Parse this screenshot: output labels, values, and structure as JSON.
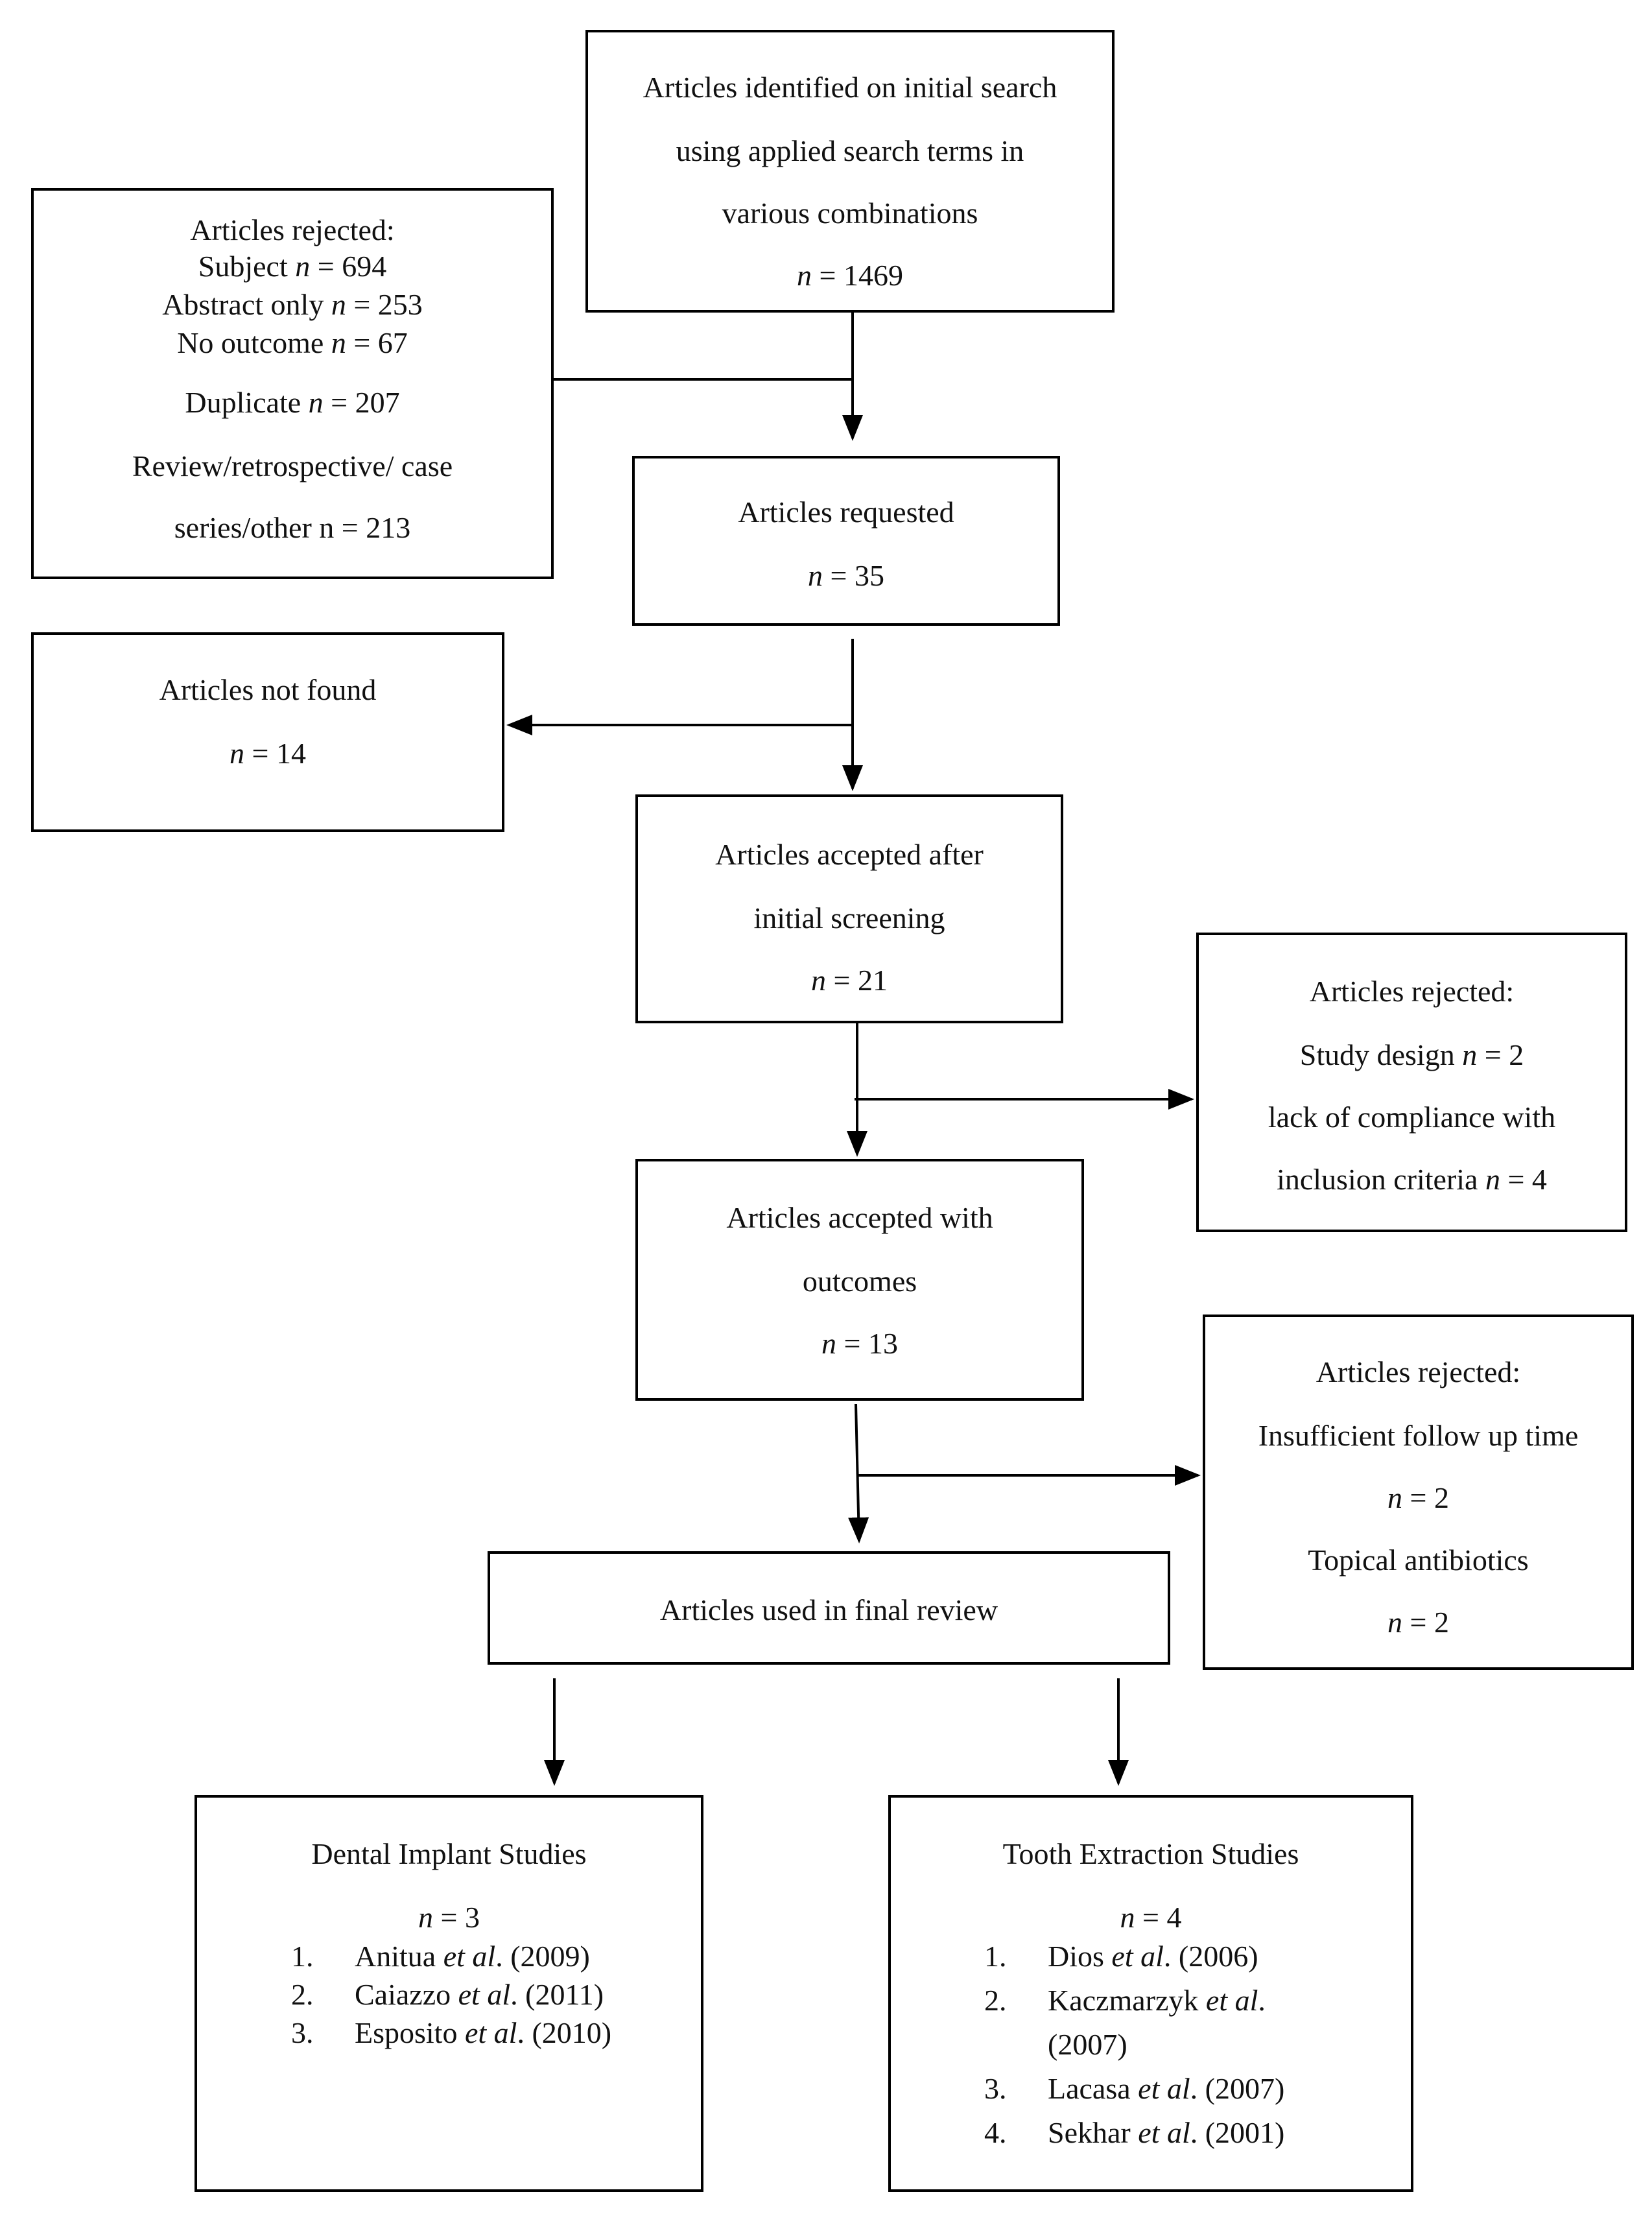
{
  "search": {
    "l1": "Articles identified on initial search",
    "l2": "using applied search terms in",
    "l3": "various combinations",
    "n_var": "n",
    "n_val": " = 1469"
  },
  "rejected1": {
    "title": "Articles rejected:",
    "subject": "Subject ",
    "subject_n": "n",
    "subject_val": " = 694",
    "abstract": "Abstract only ",
    "abstract_n": "n",
    "abstract_val": " = 253",
    "nooutcome": "No outcome ",
    "nooutcome_n": "n",
    "nooutcome_val": " = 67",
    "duplicate": "Duplicate ",
    "duplicate_n": "n",
    "duplicate_val": " = 207",
    "review1": "Review/retrospective/ case",
    "review2": "series/other n = 213"
  },
  "requested": {
    "l1": "Articles requested",
    "n_var": "n",
    "n_val": " = 35"
  },
  "notfound": {
    "l1": "Articles not found",
    "n_var": "n",
    "n_val": " = 14"
  },
  "screening": {
    "l1": "Articles accepted after",
    "l2": "initial screening",
    "n_var": "n",
    "n_val": " = 21"
  },
  "rejected2": {
    "title": "Articles rejected:",
    "design": "Study design ",
    "design_n": "n",
    "design_val": " = 2",
    "compliance1": "lack of compliance with",
    "compliance2": "inclusion criteria ",
    "compliance_n": "n",
    "compliance_val": " = 4"
  },
  "outcomes": {
    "l1": "Articles accepted with",
    "l2": "outcomes",
    "n_var": "n",
    "n_val": " = 13"
  },
  "rejected3": {
    "title": "Articles rejected:",
    "followup": "Insufficient follow up time",
    "followup_n": "n",
    "followup_val": " = 2",
    "topical": "Topical antibiotics",
    "topical_n": "n",
    "topical_val": " = 2"
  },
  "final": {
    "l1": "Articles used in final review"
  },
  "implant": {
    "title": "Dental Implant Studies",
    "n_var": "n",
    "n_val": " = 3",
    "items": [
      {
        "num": "1.",
        "name": "Anitua ",
        "etal": "et al",
        "year": ". (2009)"
      },
      {
        "num": "2.",
        "name": "Caiazzo ",
        "etal": "et al",
        "year": ". (2011)"
      },
      {
        "num": "3.",
        "name": "Esposito ",
        "etal": "et al",
        "year": ". (2010)"
      }
    ]
  },
  "extraction": {
    "title": "Tooth Extraction Studies",
    "n_var": "n",
    "n_val": " = 4",
    "items": [
      {
        "num": "1.",
        "name": "Dios ",
        "etal": "et al",
        "year": ". (2006)"
      },
      {
        "num": "2.",
        "name": "Kaczmarzyk ",
        "etal": "et al",
        "year": ".",
        "year2": "(2007)"
      },
      {
        "num": "3.",
        "name": "Lacasa ",
        "etal": "et al",
        "year": ". (2007)"
      },
      {
        "num": "4.",
        "name": "Sekhar ",
        "etal": "et al",
        "year": ". (2001)"
      }
    ]
  }
}
